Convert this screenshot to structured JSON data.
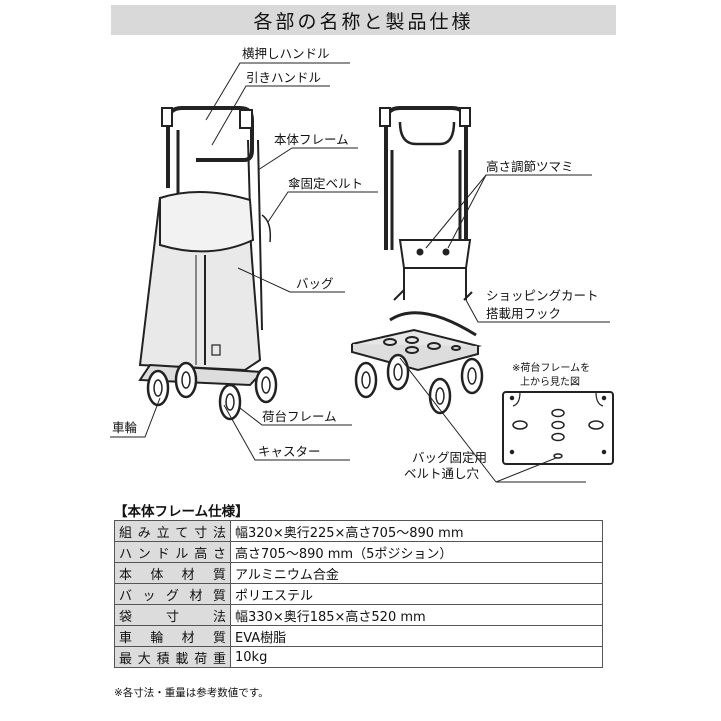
{
  "title": "各部の名称と製品仕様",
  "labels": {
    "yokoosi_handle": "横押しハンドル",
    "hiki_handle": "引きハンドル",
    "hontai_frame": "本体フレーム",
    "kasa_belt": "傘固定ベルト",
    "bag": "バッグ",
    "sharin": "車輪",
    "nidai_frame": "荷台フレーム",
    "caster": "キャスター",
    "takasa_tsumami": "高さ調節ツマミ",
    "hook_line1": "ショッピングカート",
    "hook_line2": "搭載用フック",
    "view_note_line1": "※荷台フレームを",
    "view_note_line2": "上から見た図",
    "belt_hole_line1": "バッグ固定用",
    "belt_hole_line2": "ベルト通し穴"
  },
  "spec": {
    "heading": "【本体フレーム仕様】",
    "rows": [
      {
        "key": "組み立て寸法",
        "value": "幅320×奥行225×高さ705〜890 mm"
      },
      {
        "key": "ハンドル高さ",
        "value": "高さ705〜890 mm（5ポジション）"
      },
      {
        "key": "本体材質",
        "value": "アルミニウム合金"
      },
      {
        "key": "バッグ材質",
        "value": "ポリエステル"
      },
      {
        "key": "袋寸法",
        "value": "幅330×奥行185×高さ520 mm"
      },
      {
        "key": "車輪材質",
        "value": "EVA樹脂"
      },
      {
        "key": "最大積載荷重",
        "value": "10kg"
      }
    ],
    "note": "※各寸法・重量は参考数値です。"
  }
}
